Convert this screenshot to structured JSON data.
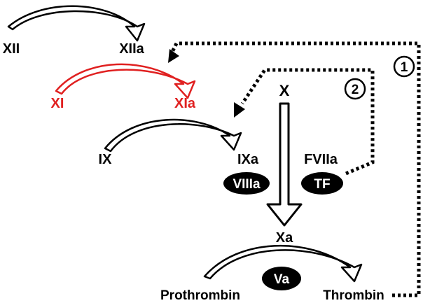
{
  "factors": {
    "xii": "XII",
    "xiia": "XIIa",
    "xi": "XI",
    "xia": "XIa",
    "x": "X",
    "ix": "IX",
    "ixa": "IXa",
    "fviia": "FVIIa",
    "xa": "Xa",
    "prothrombin": "Prothrombin",
    "thrombin": "Thrombin"
  },
  "cofactors": {
    "viiia": "VIIIa",
    "tf": "TF",
    "va": "Va"
  },
  "feedback": {
    "loop1": "1",
    "loop2": "2"
  },
  "colors": {
    "ink": "#000000",
    "highlight": "#e02020",
    "background": "#ffffff"
  }
}
